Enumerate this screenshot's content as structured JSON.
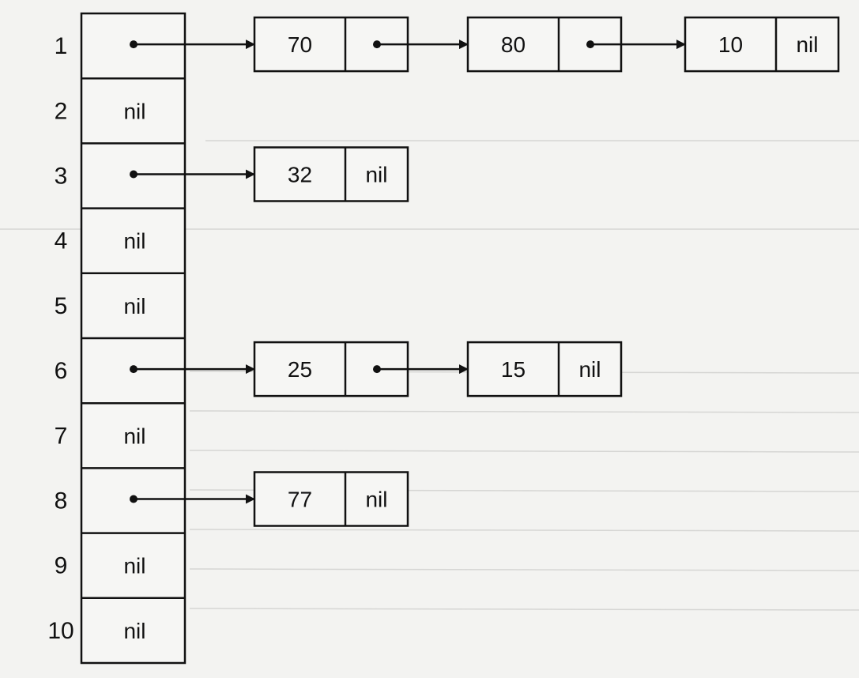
{
  "hash_table": {
    "slots": [
      {
        "index": "1",
        "value": null,
        "pointer": true,
        "chain": [
          {
            "key": "70",
            "next": null,
            "link": true
          },
          {
            "key": "80",
            "next": null,
            "link": true
          },
          {
            "key": "10",
            "next": "nil",
            "link": false
          }
        ]
      },
      {
        "index": "2",
        "value": "nil",
        "pointer": false,
        "chain": []
      },
      {
        "index": "3",
        "value": null,
        "pointer": true,
        "chain": [
          {
            "key": "32",
            "next": "nil",
            "link": false
          }
        ]
      },
      {
        "index": "4",
        "value": "nil",
        "pointer": false,
        "chain": []
      },
      {
        "index": "5",
        "value": "nil",
        "pointer": false,
        "chain": []
      },
      {
        "index": "6",
        "value": null,
        "pointer": true,
        "chain": [
          {
            "key": "25",
            "next": null,
            "link": true
          },
          {
            "key": "15",
            "next": "nil",
            "link": false
          }
        ]
      },
      {
        "index": "7",
        "value": "nil",
        "pointer": false,
        "chain": []
      },
      {
        "index": "8",
        "value": null,
        "pointer": true,
        "chain": [
          {
            "key": "77",
            "next": "nil",
            "link": false
          }
        ]
      },
      {
        "index": "9",
        "value": "nil",
        "pointer": false,
        "chain": []
      },
      {
        "index": "10",
        "value": "nil",
        "pointer": false,
        "chain": []
      }
    ]
  },
  "colors": {
    "ink": "#111111",
    "paper": "#f3f3f1"
  }
}
